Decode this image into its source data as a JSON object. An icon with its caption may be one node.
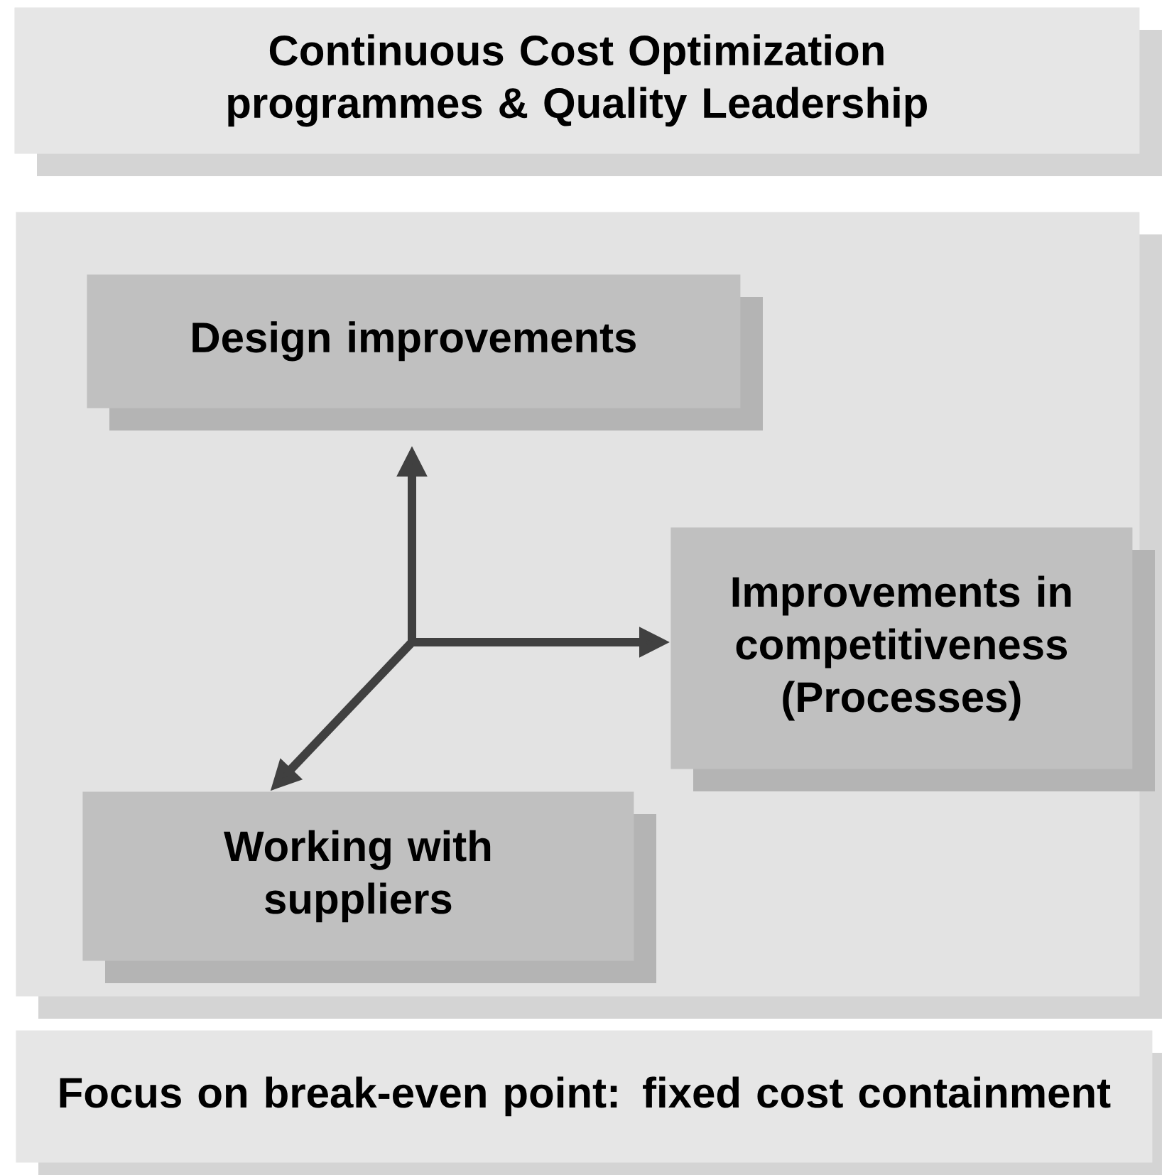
{
  "diagram": {
    "nodes": [
      {
        "text": [
          "Continuous Cost Optimization programmes & Quality Leadership"
        ]
      },
      {
        "text": [],
        "shape": "box"
      },
      {
        "text": [
          "Design improvements"
        ],
        "in": 1
      },
      {
        "text": [
          "Improvements in competitiveness (Processes)"
        ],
        "in": 1
      },
      {
        "text": [
          "Working with suppliers"
        ],
        "in": 1
      },
      {
        "text": [
          "Focus on break-even point: fixed cost containment"
        ]
      }
    ],
    "edges": [
      {
        "from": null,
        "to": 2,
        "arrow": "to"
      },
      {
        "from": null,
        "to": 3,
        "arrow": "to"
      },
      {
        "from": null,
        "to": 4,
        "arrow": "to"
      }
    ]
  }
}
